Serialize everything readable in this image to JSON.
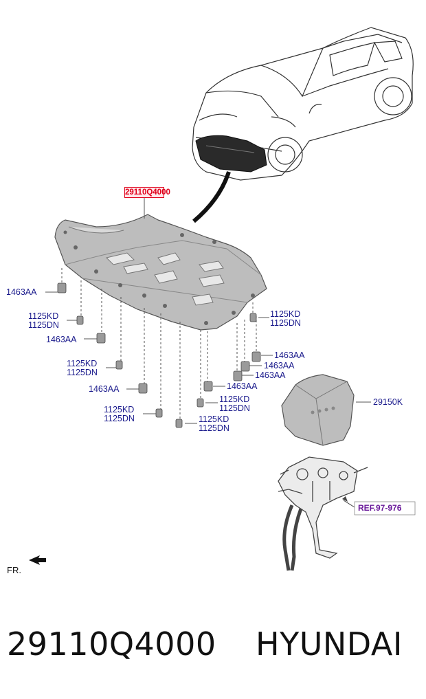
{
  "callouts": {
    "main_part": "29110Q4000",
    "a1": "1463AA",
    "b1": {
      "kd": "1125KD",
      "dn": "1125DN"
    },
    "a2": "1463AA",
    "b2": {
      "kd": "1125KD",
      "dn": "1125DN"
    },
    "a3": "1463AA",
    "b3": {
      "kd": "1125KD",
      "dn": "1125DN"
    },
    "r1": {
      "kd": "1125KD",
      "dn": "1125DN"
    },
    "r2": "1463AA",
    "r3": "1463AA",
    "r4": "1463AA",
    "r5": "1463AA",
    "r6": {
      "kd": "1125KD",
      "dn": "1125DN"
    },
    "r7": {
      "kd": "1125KD",
      "dn": "1125DN"
    },
    "cover": "29150K",
    "ref": "REF.97-976",
    "front": "FR."
  },
  "caption": {
    "part_number": "29110Q4000",
    "brand": "HYUNDAI"
  }
}
